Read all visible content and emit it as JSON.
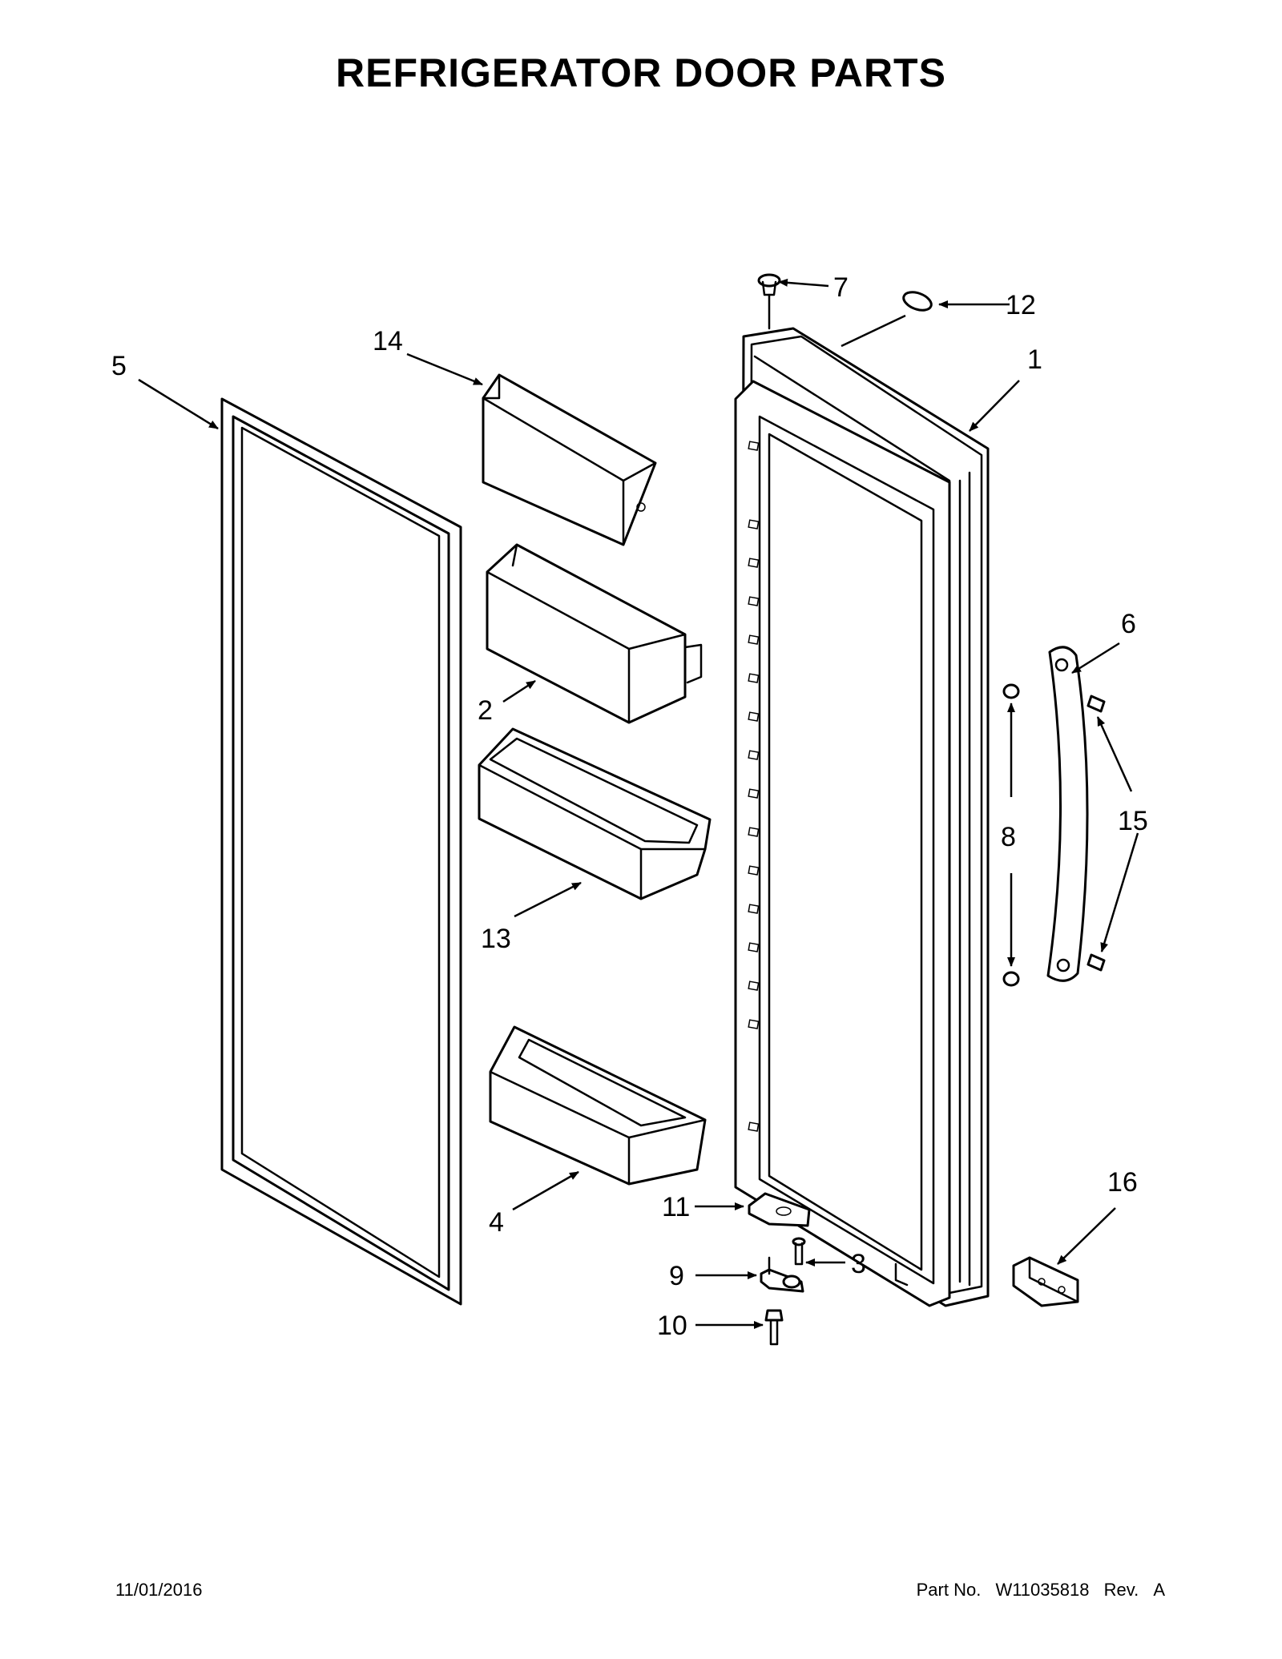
{
  "title": "REFRIGERATOR DOOR PARTS",
  "footer": {
    "date": "11/01/2016",
    "part_label": "Part No.",
    "part_number": "W11035818",
    "rev_label": "Rev.",
    "rev_value": "A"
  },
  "callouts": [
    "1",
    "2",
    "3",
    "4",
    "5",
    "6",
    "7",
    "8",
    "9",
    "10",
    "11",
    "12",
    "13",
    "14",
    "15",
    "16"
  ]
}
